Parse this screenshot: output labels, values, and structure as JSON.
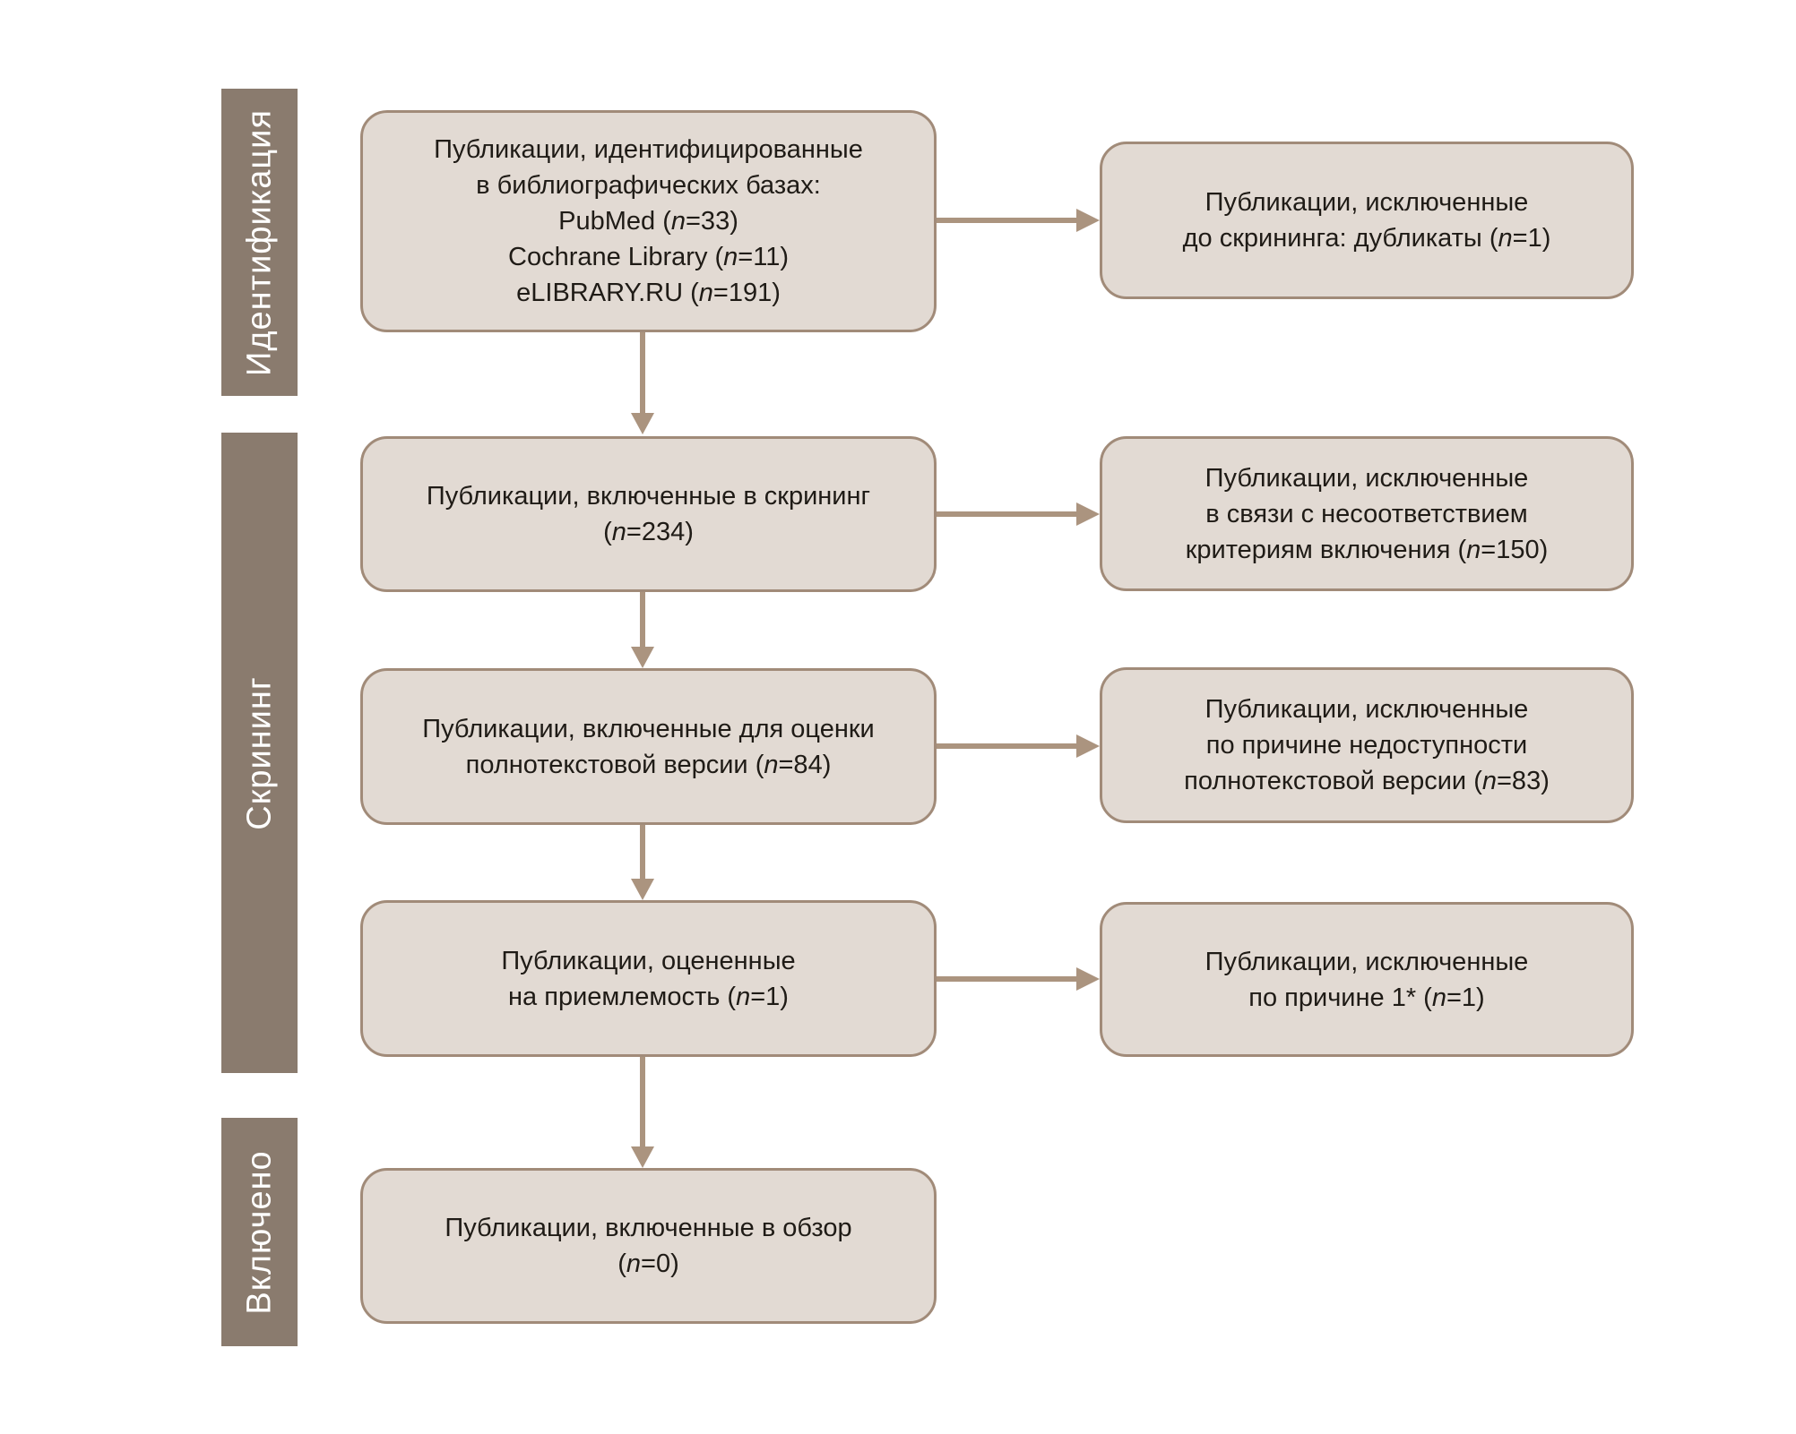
{
  "palette": {
    "box_fill": "#e2dad3",
    "box_border": "#a18b79",
    "arrow": "#ab947f",
    "stage_fill": "#8a7b6e",
    "stage_text": "#ffffff",
    "text": "#1f1b16"
  },
  "stages": [
    {
      "label": "Идентификация"
    },
    {
      "label": "Скрининг"
    },
    {
      "label": "Включено"
    }
  ],
  "boxes": {
    "identified": {
      "lines": [
        "Публикации, идентифицированные",
        "в библиографических базах:",
        "PubMed ({i}n{/i}=33)",
        "Cochrane Library ({i}n{/i}=11)",
        "eLIBRARY.RU ({i}n{/i}=191)"
      ]
    },
    "excluded_duplicates": {
      "lines": [
        "Публикации, исключенные",
        "до скрининга: дубликаты ({i}n{/i}=1)"
      ]
    },
    "screening": {
      "lines": [
        "Публикации, включенные в скрининг",
        "({i}n{/i}=234)"
      ]
    },
    "excluded_criteria": {
      "lines": [
        "Публикации, исключенные",
        "в связи с несоответствием",
        "критериям включения ({i}n{/i}=150)"
      ]
    },
    "fulltext": {
      "lines": [
        "Публикации, включенные для оценки",
        "полнотекстовой версии ({i}n{/i}=84)"
      ]
    },
    "excluded_fulltext": {
      "lines": [
        "Публикации, исключенные",
        "по причине недоступности",
        "полнотекстовой версии ({i}n{/i}=83)"
      ]
    },
    "eligibility": {
      "lines": [
        "Публикации, оцененные",
        "на приемлемость ({i}n{/i}=1)"
      ]
    },
    "excluded_reason": {
      "lines": [
        "Публикации, исключенные",
        "по причине 1* ({i}n{/i}=1)"
      ]
    },
    "included": {
      "lines": [
        "Публикации, включенные в обзор",
        "({i}n{/i}=0)"
      ]
    }
  }
}
